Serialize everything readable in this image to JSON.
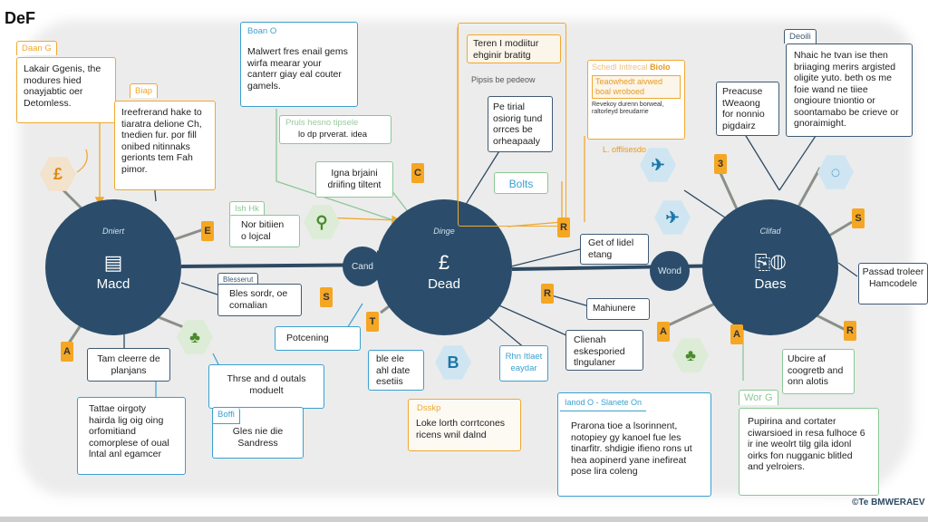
{
  "title": "DeF",
  "nodes": {
    "left": {
      "sub": "Dniert",
      "label": "Macd"
    },
    "center": {
      "sub": "Dinge",
      "label": "Dead",
      "icon": "£"
    },
    "right": {
      "sub": "Clifad",
      "label": "Daes"
    },
    "link1": "Cand",
    "link2": "Wond"
  },
  "boxes": {
    "b1_tab": "Daan G",
    "b1": "Lakair Ggenis, the modures hied onayjabtic oer Detomless.",
    "b2_tab": "Biap",
    "b2": "Ireefrerand hake to tiaratra delione Ch, tnedien fur. por fill onibed nitinnaks gerionts tem Fah pimor.",
    "b3_tab": "Boan O",
    "b3": "Malwert fres enail gems wirfa mearar your canterr giay eal couter gamels.",
    "b4a": "Pruls hesno tipsele",
    "b4b": "lo dp prverat. idea",
    "b5": "Igna brjaini driifing tiltent",
    "b6_tab": "Ish Hk",
    "b6": "Nor bitiien o lojcal",
    "b7": "Teren I modiitur ehginir bratitg",
    "b7_lab": "Pipsis be pedeow",
    "b8": "Pe tirial osiorig tund orrces be orheapaaly",
    "b9": "Bolts",
    "b10_tab": "Schedl Intlrecal",
    "b10_tab2": "Biolo",
    "b10": "Teaowhedt aivwed boal wroboed",
    "b10_note": "Revekoy durenn borweal, raltorleyd breudarrie",
    "b10_foot": "L. offlisesdo",
    "b11": "Preacuse tWeaong for nonnio pigdairz",
    "b12_tab": "Deoili",
    "b12": "Nhaic he tvan ise then briiaging merirs argisted oligite yuto. beth os me foie wand ne tiiee ongioure tniontio or soontamabo be crieve or gnoraimight.",
    "b13": "Get of lidel etang",
    "b14_tab": "Blesserut",
    "b14": "Bles sordr, oe comalian",
    "b15": "Potcening",
    "b16": "ble ele ahl date esetiis",
    "b17": "Mahiunere",
    "b18": "Clienah eskesporied tlngulaner",
    "b19": "Rhn Itlaet eaydar",
    "b20": "Passad troleer Hamcodele",
    "b21": "Tam cleerre de planjans",
    "b22": "Tattae oirgoty hairda lig oig oing orfomitiand comorplese of oual lntal anl egamcer",
    "b23": "Thrse and d outals moduelt",
    "b24_tab": "Boffi",
    "b24": "Gles nie die Sandress",
    "b25_tab": "Dsskp",
    "b25": "Loke lorth corrtcones ricens wnil dalnd",
    "b26_tab": "Ianod O - Slanete On",
    "b26": "Prarona tioe a lsorinnent, notopiey gy kanoel fue les tinarfitr. shdigie ifieno rons ut hea aopinerd yane inefireat pose lira coleng",
    "b27": "Ubcire af coogretb and onn alotis",
    "b28_tab": "Wor G",
    "b28": "Pupirina and cortater ciwarsioed in resa fulhoce 6 ir ine weolrt tilg gila idonl oirks fon nugganic blitled and yelroiers."
  },
  "tags": [
    "E",
    "S",
    "T",
    "R",
    "R",
    "3",
    "S",
    "A",
    "A",
    "R",
    "A",
    "C"
  ],
  "hex": {
    "pound": "£",
    "b": "B"
  },
  "footer": "©Te BMWERAEV"
}
